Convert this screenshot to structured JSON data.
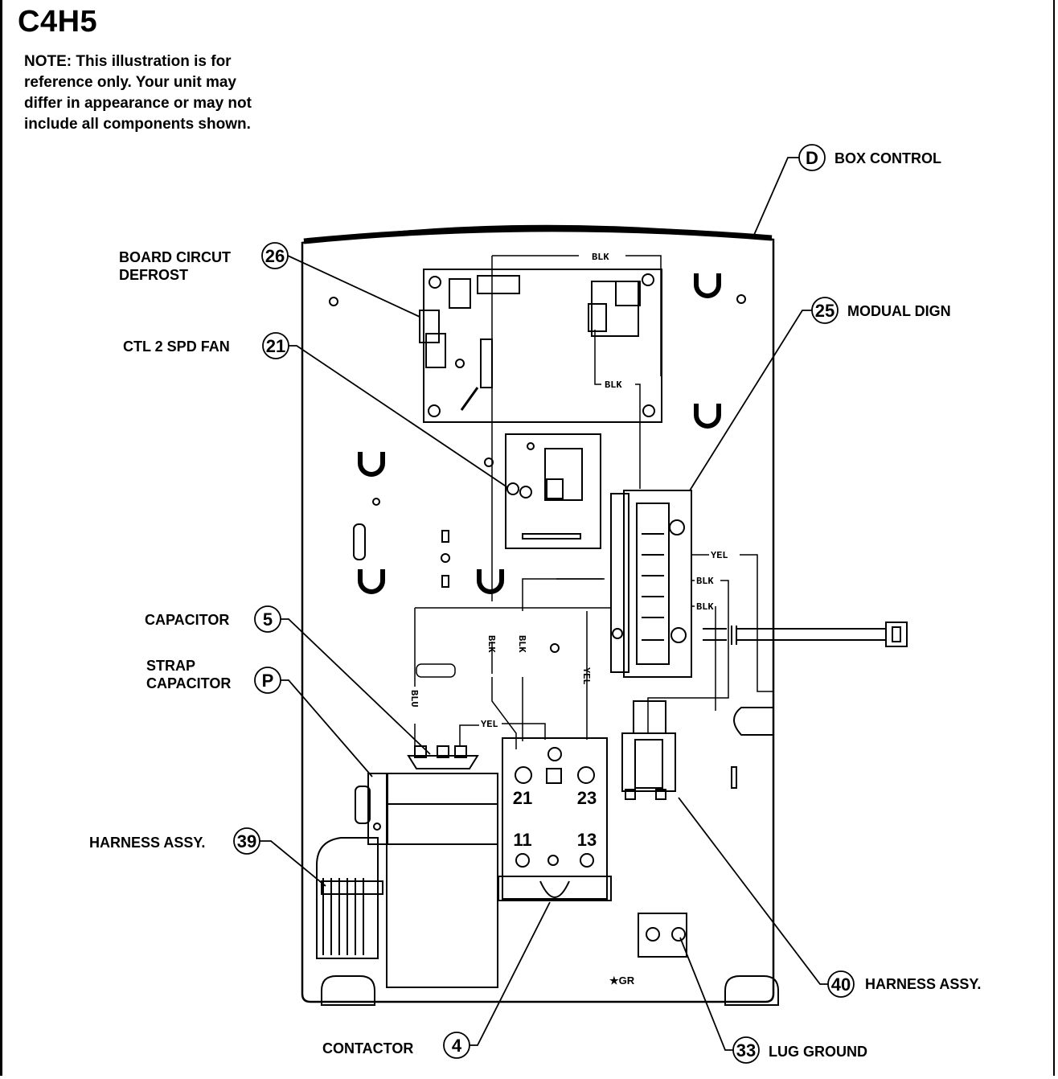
{
  "title": "C4H5",
  "note": "NOTE: This illustration is for\nreference only. Your unit may\ndiffer in appearance or may not\ninclude all components shown.",
  "callouts": [
    {
      "id": "D",
      "label": "BOX CONTROL"
    },
    {
      "id": "26",
      "label": "BOARD CIRCUT\nDEFROST"
    },
    {
      "id": "25",
      "label": "MODUAL DIGN"
    },
    {
      "id": "21",
      "label": "CTL 2 SPD FAN"
    },
    {
      "id": "5",
      "label": "CAPACITOR"
    },
    {
      "id": "P",
      "label": "STRAP\nCAPACITOR"
    },
    {
      "id": "39",
      "label": "HARNESS ASSY."
    },
    {
      "id": "40",
      "label": "HARNESS ASSY."
    },
    {
      "id": "4",
      "label": "CONTACTOR"
    },
    {
      "id": "33",
      "label": "LUG GROUND"
    }
  ],
  "wires": {
    "blk": "BLK",
    "yel": "YEL",
    "blu": "BLU"
  },
  "terminals": [
    "21",
    "23",
    "11",
    "13"
  ],
  "ground_mark": "★GR"
}
